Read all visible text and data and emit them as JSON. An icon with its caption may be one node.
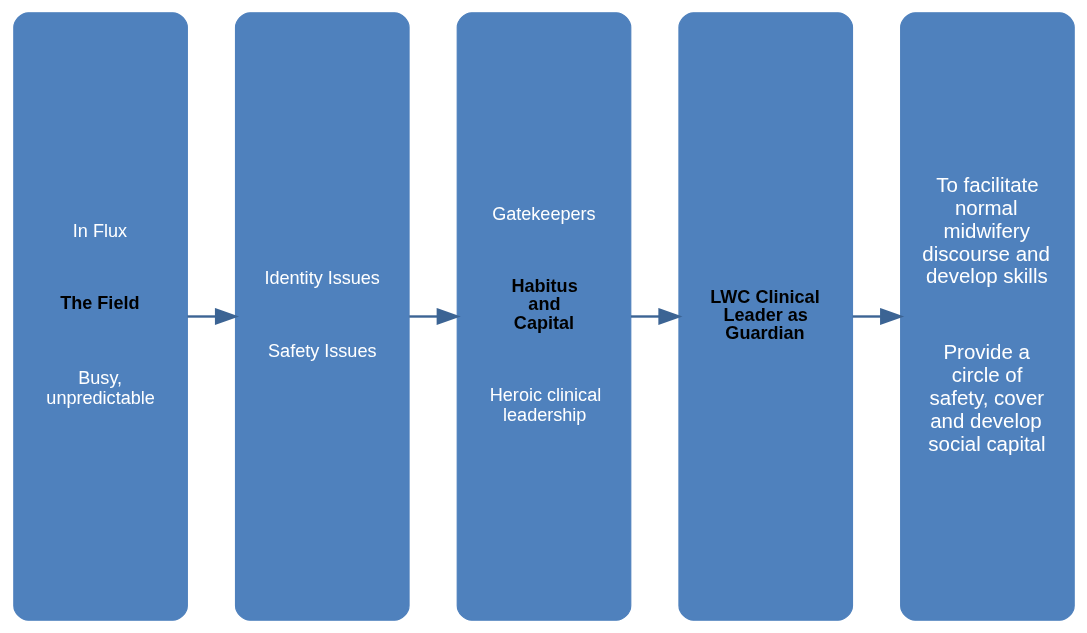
{
  "diagram": {
    "nodes": [
      {
        "text": [
          "In Flux",
          "The Field",
          "Busy, unpredictable"
        ]
      },
      {
        "text": [
          "Identity Issues",
          "Safety Issues"
        ]
      },
      {
        "text": [
          "Gatekeepers",
          "Habitus and Capital",
          "Heroic clinical leadership"
        ]
      },
      {
        "text": [
          "LWC Clinical Leader as Guardian"
        ]
      },
      {
        "text": [
          "To facilitate normal midwifery discourse and develop skills",
          "Provide a circle of safety, cover and develop social capital"
        ]
      }
    ],
    "edges": [
      {
        "from": 0,
        "to": 1,
        "arrow": "to"
      },
      {
        "from": 1,
        "to": 2,
        "arrow": "to"
      },
      {
        "from": 2,
        "to": 3,
        "arrow": "to"
      },
      {
        "from": 3,
        "to": 4,
        "arrow": "to"
      }
    ]
  }
}
